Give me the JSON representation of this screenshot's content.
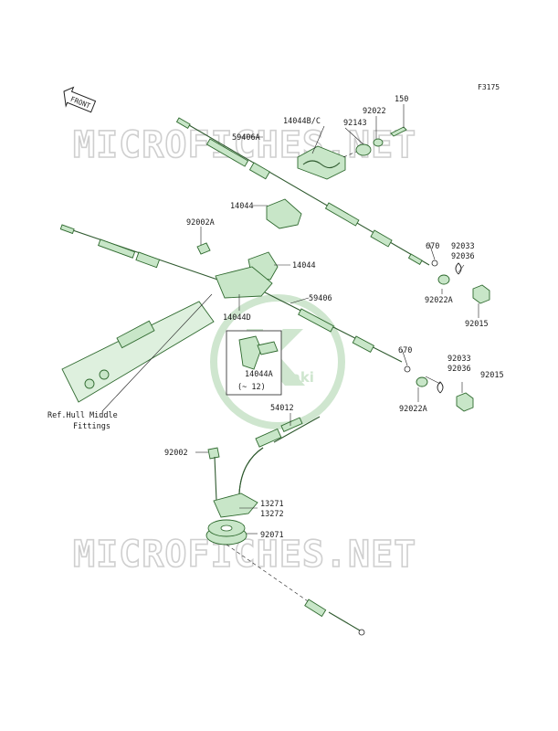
{
  "figure_code": "F3175",
  "watermark_text": "MICROFICHES.NET",
  "front_label": "FRONT",
  "brand_logo_text": "Kawasaki",
  "colors": {
    "parts_fill": "#c8e6c8",
    "parts_stroke": "#2f6a2f",
    "logo": "#cfe6cf",
    "watermark": "#cfcfcf"
  },
  "parts": {
    "p150": "150",
    "p92022": "92022",
    "p14044bc": "14044B/C",
    "p92143": "92143",
    "p59406a": "59406A",
    "p14044_top": "14044",
    "p92002a": "92002A",
    "p14044_mid": "14044",
    "p670_a": "670",
    "p92033_a": "92033",
    "p92036_a": "92036",
    "p92022a_a": "92022A",
    "p92015_a": "92015",
    "p59406": "59406",
    "p14044d": "14044D",
    "p14044a": "14044A",
    "p14044a_note": "(~ 12)",
    "p670_b": "670",
    "p92033_b": "92033",
    "p92036_b": "92036",
    "p92015_b": "92015",
    "p92022a_b": "92022A",
    "ref_hull_line1": "Ref.Hull Middle",
    "ref_hull_line2": "Fittings",
    "p54012": "54012",
    "p92002": "92002",
    "p13271": "13271",
    "p13272": "13272",
    "p92071": "92071"
  }
}
